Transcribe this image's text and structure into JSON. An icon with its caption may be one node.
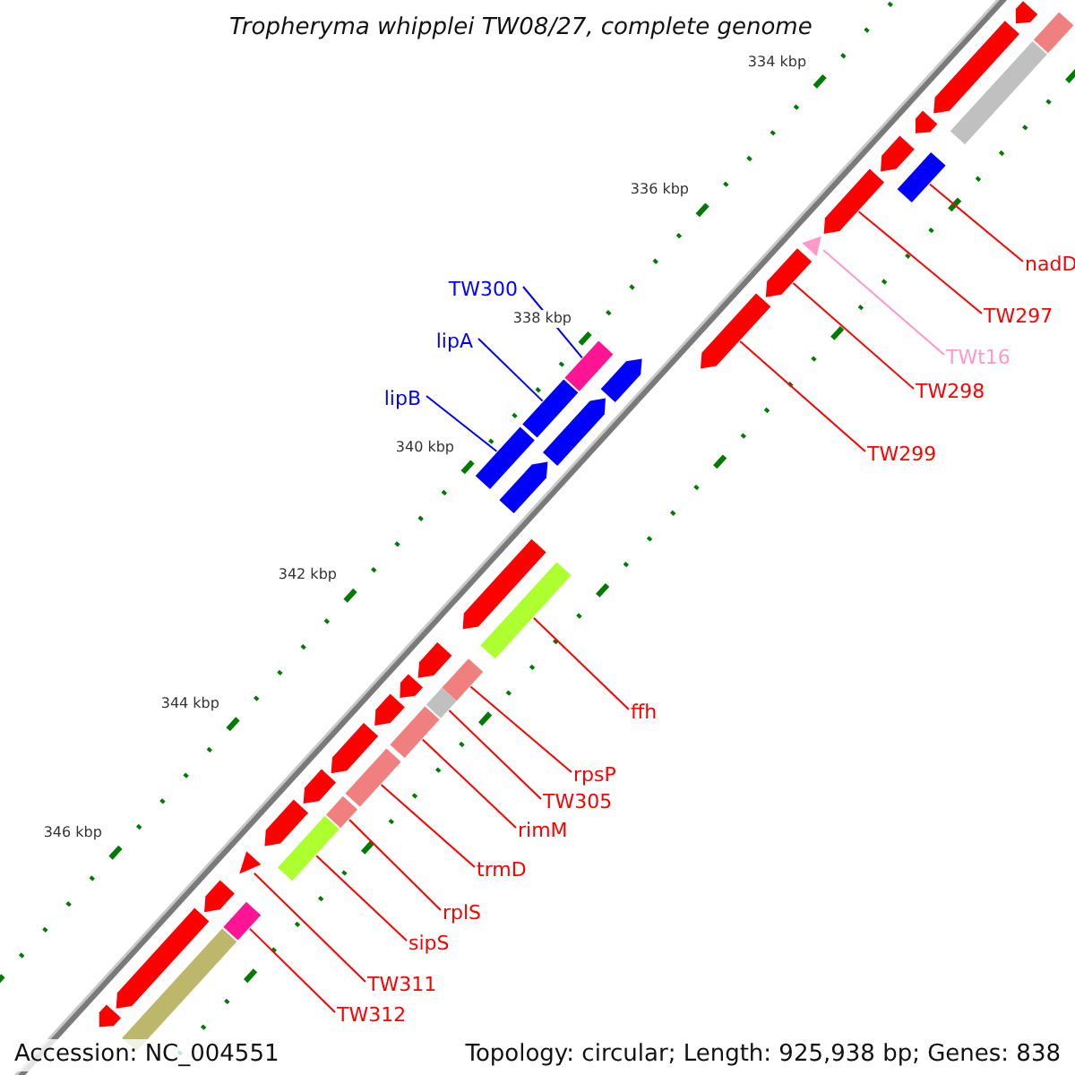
{
  "diagram": {
    "title": "Tropheryma whipplei TW08/27, complete genome",
    "nodes": [
      {
        "text": [
          "nadD"
        ]
      },
      {
        "text": [
          "TW297"
        ]
      },
      {
        "text": [
          "TWt16"
        ]
      },
      {
        "text": [
          "TW298"
        ]
      },
      {
        "text": [
          "TW299"
        ]
      },
      {
        "text": [
          "TW300"
        ]
      },
      {
        "text": [
          "lipA"
        ]
      },
      {
        "text": [
          "lipB"
        ]
      },
      {
        "text": [
          "ffh"
        ]
      },
      {
        "text": [
          "rpsP"
        ]
      },
      {
        "text": [
          "TW305"
        ]
      },
      {
        "text": [
          "rimM"
        ]
      },
      {
        "text": [
          "trmD"
        ]
      },
      {
        "text": [
          "rplS"
        ]
      },
      {
        "text": [
          "sipS"
        ]
      },
      {
        "text": [
          "TW311"
        ]
      },
      {
        "text": [
          "TW312"
        ]
      },
      {
        "text": [],
        "shape": "arrow"
      },
      {
        "text": [],
        "shape": "bar"
      },
      {
        "text": [],
        "shape": "arrow"
      },
      {
        "text": [],
        "shape": "bar"
      },
      {
        "text": [],
        "shape": "arrow"
      },
      {
        "text": [],
        "shape": "bar"
      },
      {
        "text": [],
        "shape": "arrow"
      },
      {
        "text": [],
        "shape": "arrow"
      },
      {
        "text": [],
        "shape": "triangle"
      },
      {
        "text": [],
        "shape": "arrow"
      },
      {
        "text": [],
        "shape": "arrow"
      },
      {
        "text": [],
        "shape": "arrow"
      },
      {
        "text": [],
        "shape": "bar"
      },
      {
        "text": [],
        "shape": "arrow"
      },
      {
        "text": [],
        "shape": "bar"
      },
      {
        "text": [],
        "shape": "bar"
      },
      {
        "text": [],
        "shape": "arrow"
      },
      {
        "text": [],
        "shape": "arrow"
      },
      {
        "text": [],
        "shape": "bar"
      },
      {
        "text": [],
        "shape": "bar"
      },
      {
        "text": [],
        "shape": "arrow"
      },
      {
        "text": [],
        "shape": "bar"
      },
      {
        "text": [],
        "shape": "arrow"
      },
      {
        "text": [],
        "shape": "bar"
      },
      {
        "text": [],
        "shape": "arrow"
      },
      {
        "text": [],
        "shape": "arrow"
      },
      {
        "text": [],
        "shape": "bar"
      },
      {
        "text": [],
        "shape": "arrow"
      },
      {
        "text": [],
        "shape": "bar"
      },
      {
        "text": [],
        "shape": "bar"
      },
      {
        "text": [],
        "shape": "arrow"
      },
      {
        "text": [],
        "shape": "triangle"
      },
      {
        "text": [],
        "shape": "bar"
      },
      {
        "text": [],
        "shape": "arrow"
      },
      {
        "text": [],
        "shape": "bar"
      },
      {
        "text": [],
        "shape": "arrow"
      },
      {
        "text": [],
        "shape": "arrow"
      }
    ],
    "edges": [
      {
        "from": 0,
        "to": 22,
        "arrow": "none"
      },
      {
        "from": 1,
        "to": 24,
        "arrow": "none"
      },
      {
        "from": 2,
        "to": 25,
        "arrow": "none",
        "color": "#ff99cc"
      },
      {
        "from": 3,
        "to": 26,
        "arrow": "none"
      },
      {
        "from": 4,
        "to": 27,
        "arrow": "none"
      },
      {
        "from": 5,
        "to": 29,
        "arrow": "none",
        "color": "#0000ff"
      },
      {
        "from": 6,
        "to": 31,
        "arrow": "none",
        "color": "#0000ff"
      },
      {
        "from": 7,
        "to": 32,
        "arrow": "none",
        "color": "#0000ff"
      },
      {
        "from": 8,
        "to": 35,
        "arrow": "none"
      },
      {
        "from": 9,
        "to": 36,
        "arrow": "none"
      },
      {
        "from": 10,
        "to": 38,
        "arrow": "none"
      },
      {
        "from": 11,
        "to": 40,
        "arrow": "none"
      },
      {
        "from": 12,
        "to": 43,
        "arrow": "none"
      },
      {
        "from": 13,
        "to": 45,
        "arrow": "none"
      },
      {
        "from": 14,
        "to": 46,
        "arrow": "none"
      },
      {
        "from": 15,
        "to": 48,
        "arrow": "none"
      },
      {
        "from": 16,
        "to": 49,
        "arrow": "none"
      }
    ],
    "labels": [
      "334 kbp",
      "336 kbp",
      "338 kbp",
      "340 kbp",
      "342 kbp",
      "344 kbp",
      "346 kbp",
      "Accession: NC_004551",
      "Topology: circular; Length: 925,938 bp; Genes: 838"
    ]
  }
}
